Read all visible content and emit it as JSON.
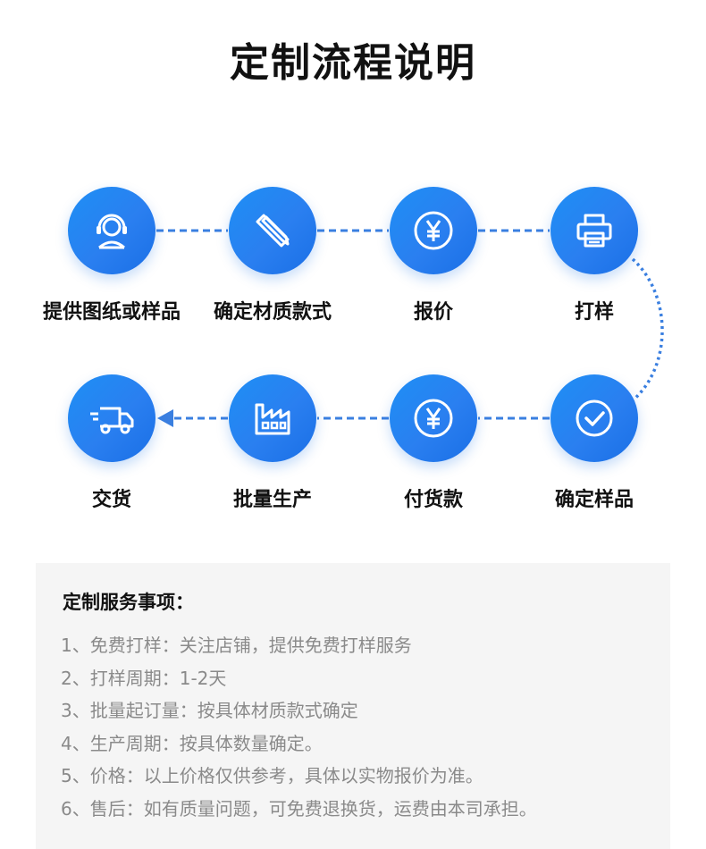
{
  "title": "定制流程说明",
  "steps": [
    {
      "label": "提供图纸或样品",
      "icon": "customer-service-icon"
    },
    {
      "label": "确定材质款式",
      "icon": "pencil-ruler-icon"
    },
    {
      "label": "报价",
      "icon": "yuan-icon"
    },
    {
      "label": "打样",
      "icon": "printer-icon"
    },
    {
      "label": "确定样品",
      "icon": "check-circle-icon"
    },
    {
      "label": "付货款",
      "icon": "yuan-icon"
    },
    {
      "label": "批量生产",
      "icon": "factory-icon"
    },
    {
      "label": "交货",
      "icon": "delivery-truck-icon"
    }
  ],
  "notes": {
    "title": "定制服务事项：",
    "items": [
      "1、免费打样：关注店铺，提供免费打样服务",
      "2、打样周期：1-2天",
      "3、批量起订量：按具体材质款式确定",
      "4、生产周期：按具体数量确定。",
      "5、价格：以上价格仅供参考，具体以实物报价为准。",
      "6、售后：如有质量问题，可免费退换货，运费由本司承担。"
    ]
  },
  "colors": {
    "accent": "#2a86f2",
    "dash": "#3a7fe0",
    "notes_bg": "#f5f5f5",
    "notes_text": "#8a8a8a"
  }
}
